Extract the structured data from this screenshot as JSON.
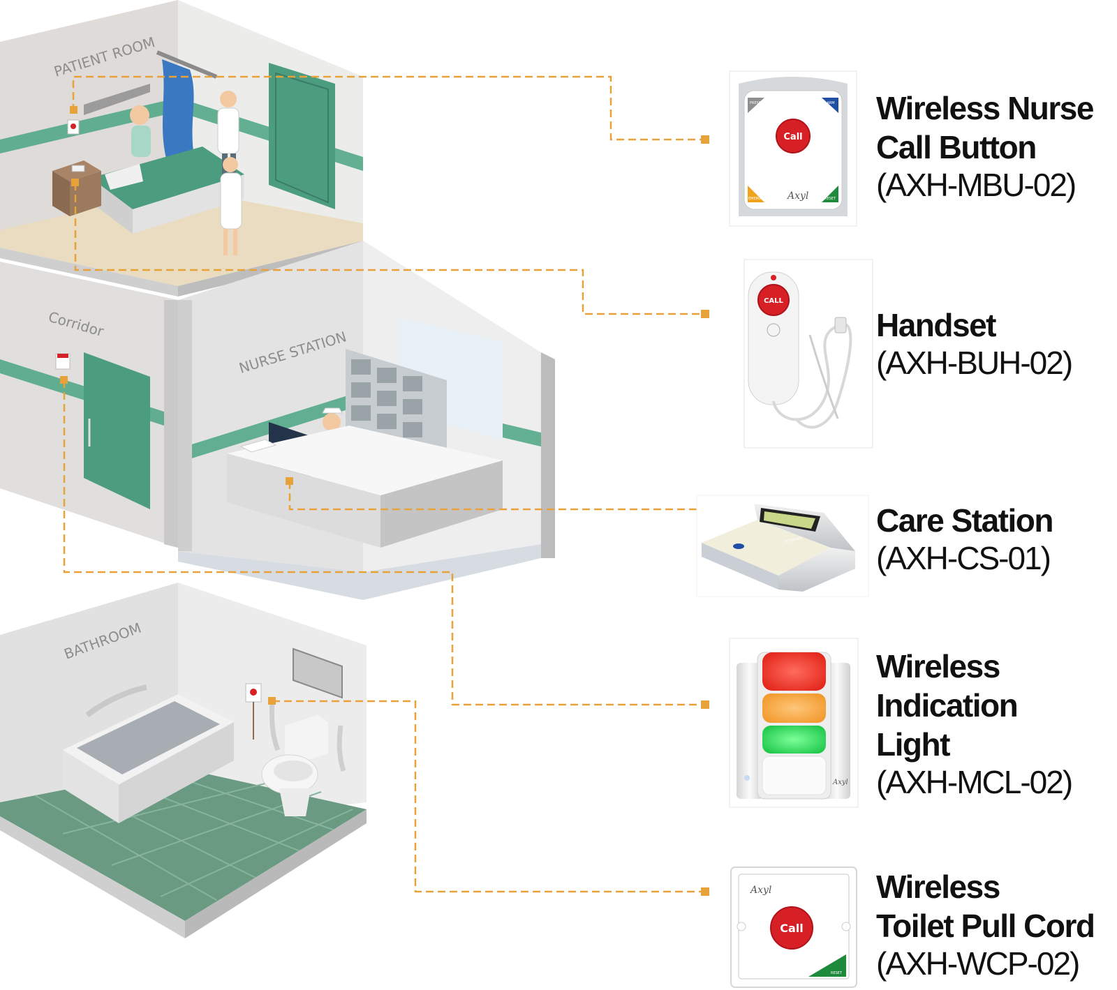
{
  "rooms": {
    "patient_room": "PATIENT ROOM",
    "corridor": "Corridor",
    "nurse_station": "NURSE STATION",
    "bathroom": "BATHROOM"
  },
  "products": [
    {
      "name_lines": [
        "Wireless Nurse",
        "Call Button"
      ],
      "model": "(AXH-MBU-02)"
    },
    {
      "name_lines": [
        "Handset"
      ],
      "model": "(AXH-BUH-02)"
    },
    {
      "name_lines": [
        "Care Station"
      ],
      "model": "(AXH-CS-01)"
    },
    {
      "name_lines": [
        "Wireless",
        "Indication",
        "Light"
      ],
      "model": "(AXH-MCL-02)"
    },
    {
      "name_lines": [
        "Wireless",
        "Toilet Pull Cord"
      ],
      "model": "(AXH-WCP-02)"
    }
  ],
  "device_text": {
    "call": "Call",
    "call_upper": "CALL",
    "presence": "PRESENCE",
    "alarm": "ALARM",
    "emergency": "EMERGENCY",
    "reset": "RESET",
    "brand": "Axyl",
    "hospitek": "HOSPITEK"
  },
  "colors": {
    "connector": "#e8a23a",
    "call_red": "#d71f26",
    "wall_green": "#3f9e7e",
    "door_green": "#4c9c80",
    "floor_green": "#6a9a82",
    "floor_beige": "#e9dcc0",
    "light_red": "#ff3b2f",
    "light_orange": "#ffa53a",
    "light_green": "#2fe05b"
  }
}
